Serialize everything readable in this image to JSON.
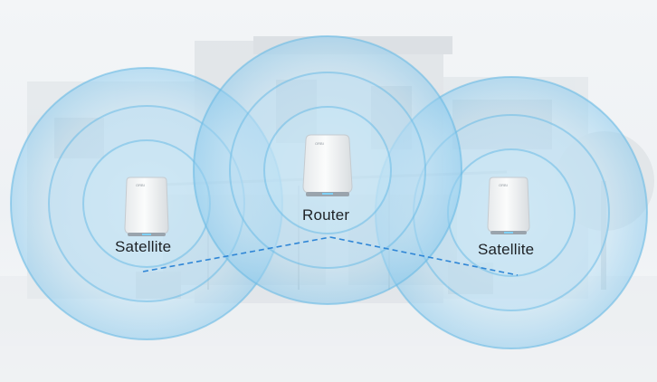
{
  "devices": {
    "router": {
      "label": "Router"
    },
    "satellite_left": {
      "label": "Satellite"
    },
    "satellite_right": {
      "label": "Satellite"
    }
  },
  "colors": {
    "coverage": "#9fd2ee",
    "coverage_ring": "#5fb6e3",
    "link_line": "#2f86d6",
    "device_body": "#f2f4f5",
    "device_base": "#9aa4ad",
    "status_light": "#7fd0f5"
  },
  "icons": {
    "router": "mesh-router-icon",
    "satellite": "mesh-satellite-icon"
  }
}
